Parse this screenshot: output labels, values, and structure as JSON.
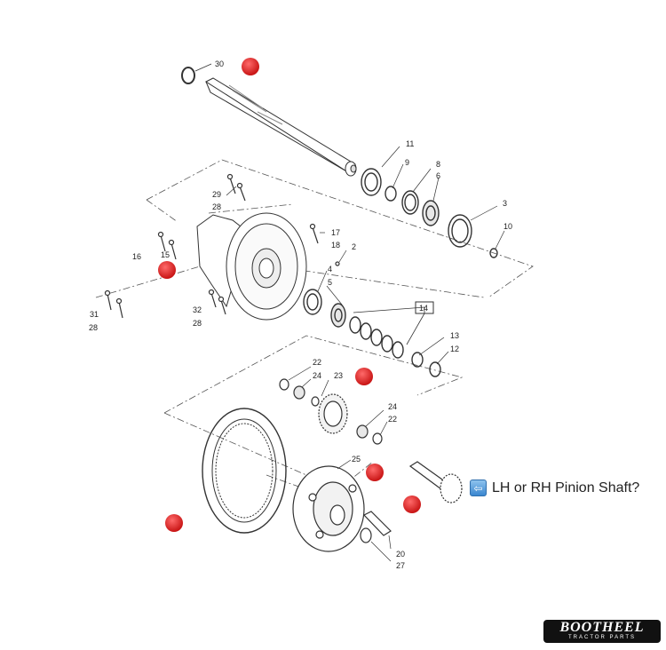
{
  "diagram": {
    "callout_text": "LH or RH Pinion Shaft?",
    "callout_icon": "left-arrow-icon",
    "brand_name": "BOOTHEEL",
    "brand_tagline": "TRACTOR PARTS",
    "hotspot_color": "#d61f1f",
    "part_labels": [
      "30",
      "11",
      "9",
      "8",
      "6",
      "3",
      "10",
      "29",
      "28",
      "17",
      "18",
      "2",
      "16",
      "15",
      "4",
      "5",
      "14",
      "31",
      "28",
      "32",
      "28",
      "13",
      "12",
      "22",
      "24",
      "23",
      "24",
      "22",
      "25",
      "20",
      "27"
    ]
  }
}
